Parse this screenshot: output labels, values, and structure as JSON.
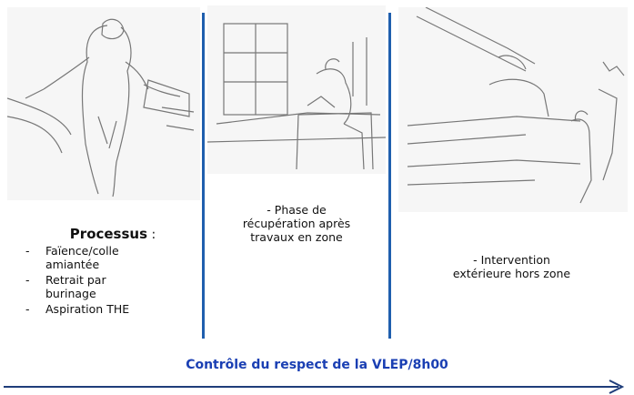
{
  "left_panel": {
    "title": "Processus",
    "title_suffix": " :",
    "bullets": [
      {
        "dash": "-",
        "text": "Faïence/colle amiantée"
      },
      {
        "dash": "-",
        "text": "Retrait par burinage"
      },
      {
        "dash": "-",
        "text": "Aspiration THE"
      }
    ]
  },
  "middle_panel": {
    "text_line1": "- Phase de",
    "text_line2": "récupération après",
    "text_line3": "travaux en zone"
  },
  "right_panel": {
    "text_line1": "- Intervention",
    "text_line2": "extérieure hors zone"
  },
  "footer": {
    "label": "Contrôle du respect de la VLEP/8h00"
  },
  "colors": {
    "divider": "#1f5fae",
    "footer_text": "#1a3fb3",
    "arrow": "#1f3d7a"
  },
  "icons": [
    "sketch-worker-demolition",
    "sketch-worker-office",
    "sketch-worker-exterior",
    "timeline-arrow"
  ]
}
